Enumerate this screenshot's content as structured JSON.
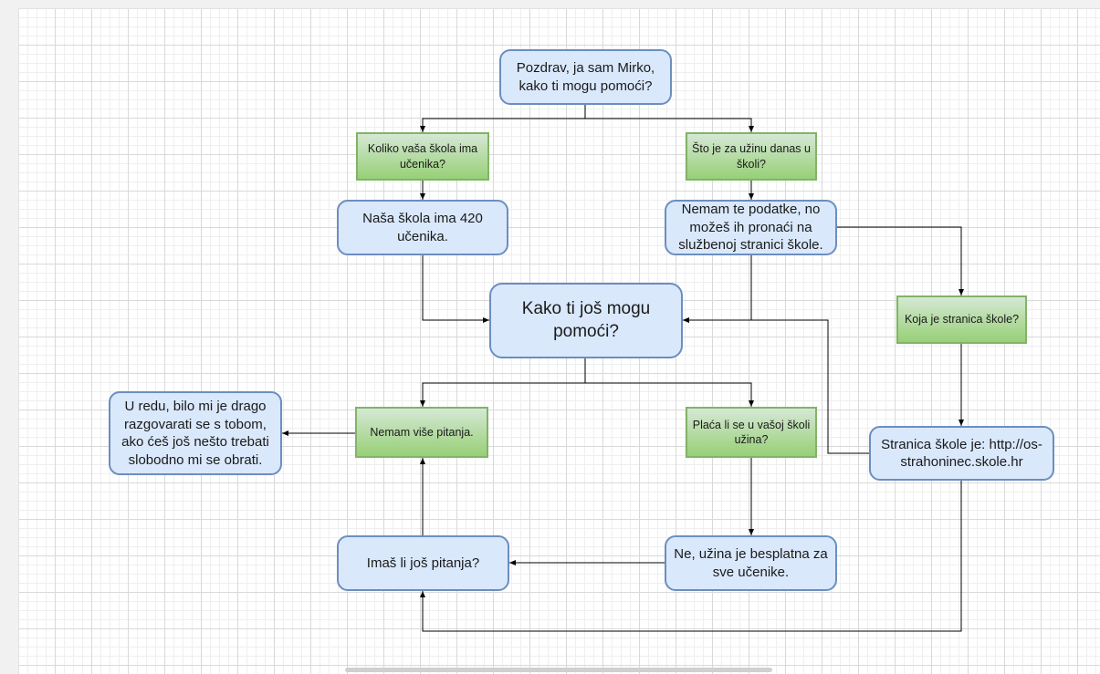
{
  "nodes": {
    "greeting": "Pozdrav, ja sam Mirko, kako ti mogu pomoći?",
    "q_students": "Koliko vaša škola ima učenika?",
    "q_lunch_today": "Što je za užinu danas u školi?",
    "a_students": "Naša škola ima 420 učenika.",
    "a_no_data": "Nemam te podatke, no možeš ih pronaći na službenoj stranici škole.",
    "q_which_site": "Koja je stranica škole?",
    "help_more": "Kako ti još mogu pomoći?",
    "q_no_more": "Nemam više pitanja.",
    "q_paid_lunch": "Plaća li se u vašoj školi užina?",
    "a_goodbye": "U redu, bilo mi je drago razgovarati se s tobom, ako ćeš još nešto trebati slobodno mi se obrati.",
    "a_site": "Stranica škole je: http://os-strahoninec.skole.hr",
    "q_more_questions": "Imaš li još pitanja?",
    "a_free_lunch": "Ne, užina je besplatna za sve učenike."
  },
  "colors": {
    "answer_fill": "#dae8fc",
    "answer_stroke": "#6c8ebf",
    "question_fill_top": "#d5e8d4",
    "question_fill_bottom": "#97d077",
    "question_stroke": "#82b366",
    "edge": "#000000"
  }
}
